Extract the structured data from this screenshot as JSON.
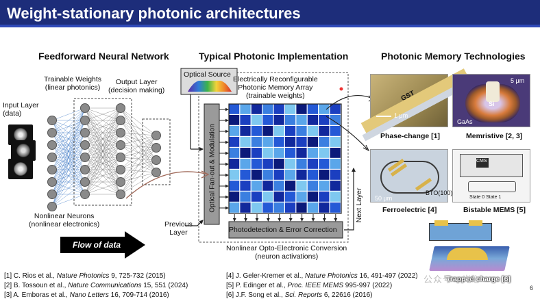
{
  "slide": {
    "title": "Weight-stationary photonic architectures",
    "page_number": "6",
    "watermark": "公众号 · 光心"
  },
  "ffnn": {
    "heading": "Feedforward Neural Network",
    "input_layer": "Input Layer\n(data)",
    "trainable_weights": "Trainable Weights\n(linear photonics)",
    "output_layer": "Output Layer\n(decision making)",
    "nonlinear_neurons": "Nonlinear Neurons\n(nonlinear electronics)",
    "flow_label": "Flow of data"
  },
  "photonic": {
    "heading": "Typical Photonic Implementation",
    "optical_source": "Optical Source",
    "memory_array": "Electrically Reconfigurable\nPhotonic Memory Array\n(trainable weights)",
    "fanout": "Optical Fan-out & Modulation",
    "next_layer": "Next Layer",
    "previous_layer": "Previous\nLayer",
    "photodetection": "Photodetection & Error Correction",
    "conversion": "Nonlinear Opto-Electronic Conversion\n(neuron activations)"
  },
  "memory_tech": {
    "heading": "Photonic Memory Technologies",
    "items": [
      {
        "caption": "Phase-change [1]",
        "photo_text": "GST",
        "scale": "1 μm"
      },
      {
        "caption": "Memristive [2, 3]",
        "photo_text": "Si",
        "scale": "5 μm",
        "extra": "GaAs"
      },
      {
        "caption": "Ferroelectric [4]",
        "photo_text": "BTO(100)",
        "scale": "50 μm"
      },
      {
        "caption": "Bistable MEMS [5]",
        "photo_text": "CMS",
        "scale": "State 0  State 1"
      },
      {
        "caption": "Trapped charge [6]",
        "photo_text": "",
        "scale": ""
      }
    ]
  },
  "references": {
    "left": [
      {
        "pre": "[1] C. Rios et al., ",
        "journal": "Nature Photonics",
        "post": " 9, 725-732 (2015)"
      },
      {
        "pre": "[2] B. Tossoun et al., ",
        "journal": "Nature Communications",
        "post": " 15, 551 (2024)"
      },
      {
        "pre": "[3] A. Emboras et al., ",
        "journal": "Nano Letters",
        "post": " 16, 709-714 (2016)"
      }
    ],
    "right": [
      {
        "pre": "[4] J. Geler-Kremer et al., ",
        "journal": "Nature Photonics",
        "post": " 16, 491-497 (2022)"
      },
      {
        "pre": "[5] P. Edinger et al., ",
        "journal": "Proc. IEEE MEMS",
        "post": " 995-997 (2022)"
      },
      {
        "pre": "[6] J.F. Song et al., ",
        "journal": "Sci. Reports",
        "post": " 6, 22616 (2016)"
      }
    ]
  },
  "colors": {
    "title_bg": "#1d2d7a",
    "matrix_dark": "#0b1a7a",
    "matrix_light": "#7ec8f0"
  }
}
